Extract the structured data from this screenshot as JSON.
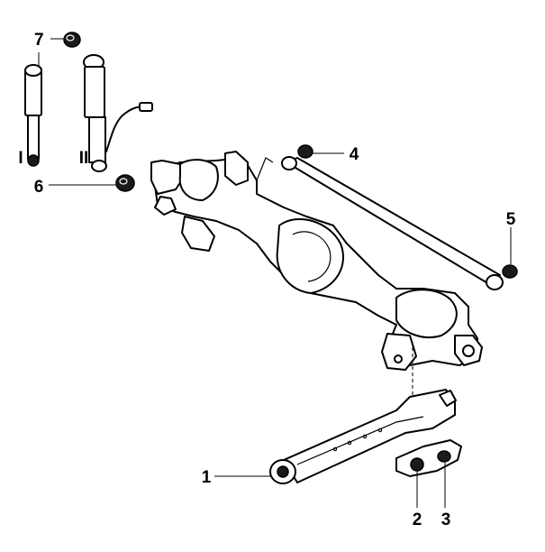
{
  "callouts": {
    "c1": "1",
    "c2": "2",
    "c3": "3",
    "c4": "4",
    "c5": "5",
    "c6": "6",
    "c7": "7"
  },
  "variants": {
    "v1": "I",
    "v2": "II"
  }
}
